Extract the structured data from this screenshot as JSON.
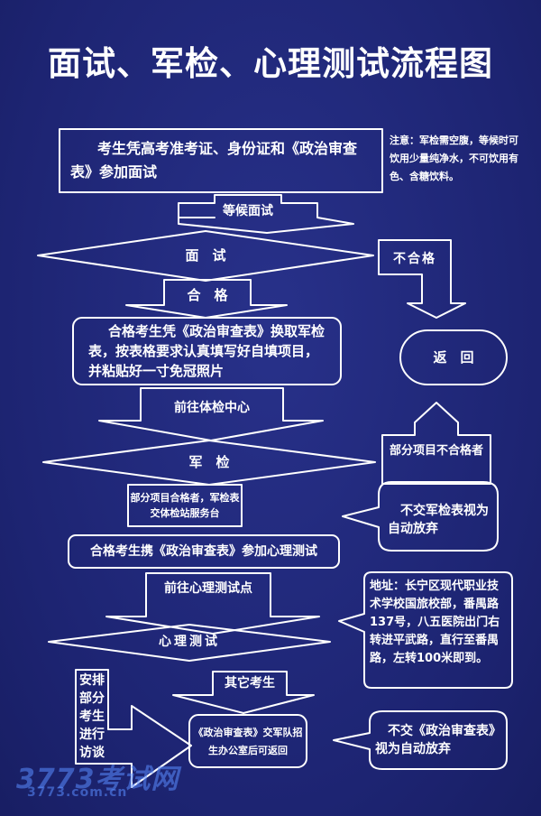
{
  "title": "面试、军检、心理测试流程图",
  "nodes": {
    "start": "考生凭高考准考证、身份证和《政治审查表》参加面试",
    "wait_interview": "等候面试",
    "interview": "面　试",
    "qualified": "合　格",
    "fail": "不合格",
    "exchange": "合格考生凭《政治审查表》换取军检表，按表格要求认真填写好自填项目，并粘贴好一寸免冠照片",
    "go_medical": "前往体检中心",
    "return": "返　回",
    "medical": "军　检",
    "partial_fail": "部分项目不合格者",
    "partial_pass": "部分项目合格者，军检表交体检站服务台",
    "no_submit_medical": "不交军检表视为自动放弃",
    "psych_prep": "合格考生携《政治审查表》参加心理测试",
    "go_psych": "前往心理测试点",
    "address": "地址：长宁区现代职业技术学校国旅校部，番禺路137号，八五医院出门右转进平武路，直行至番禺路，左转100米即到。",
    "psych_test": "心理测试",
    "interview_arrange": "安排部分考生进行访谈",
    "other_students": "其它考生",
    "submit_political": "《政治审查表》交军队招生办公室后可返回",
    "no_submit_political": "不交《政治审查表》视为自动放弃"
  },
  "note": "注意：军检需空腹，等候时可饮用少量纯净水，不可饮用有色、含糖饮料。",
  "watermark": {
    "logo": "3773考试网",
    "url": "3773.com.cn"
  },
  "colors": {
    "background": "#1d2472",
    "line": "#ffffff",
    "text": "#ffffff"
  }
}
